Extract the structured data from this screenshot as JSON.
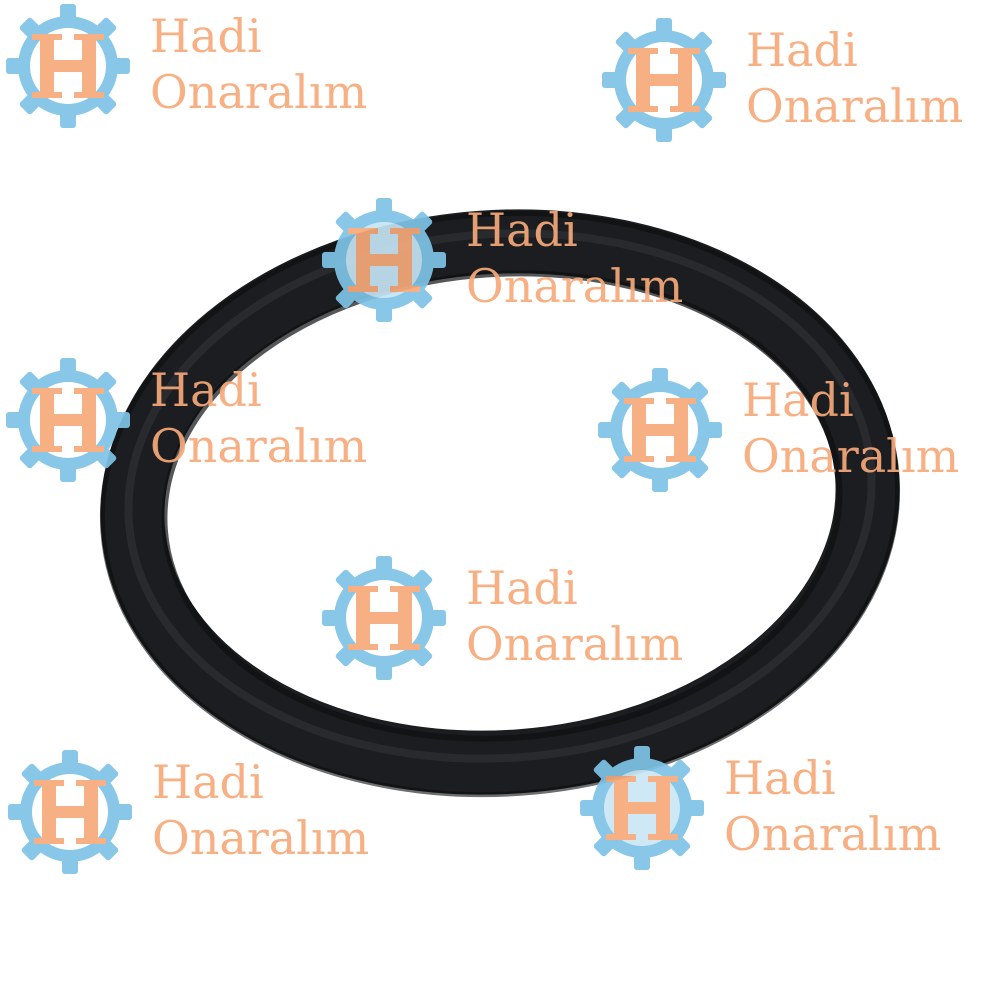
{
  "image": {
    "subject": "O-ring"
  },
  "watermark": {
    "line1": "Hadi",
    "line2": "Onaralım",
    "gear_color": "#7ec3e6",
    "letter_color": "#f7a97a",
    "icon": "gear-h-logo-icon"
  },
  "colors": {
    "background": "#ffffff",
    "ring": "#1f2023",
    "ring_highlight": "#3a3c40"
  }
}
